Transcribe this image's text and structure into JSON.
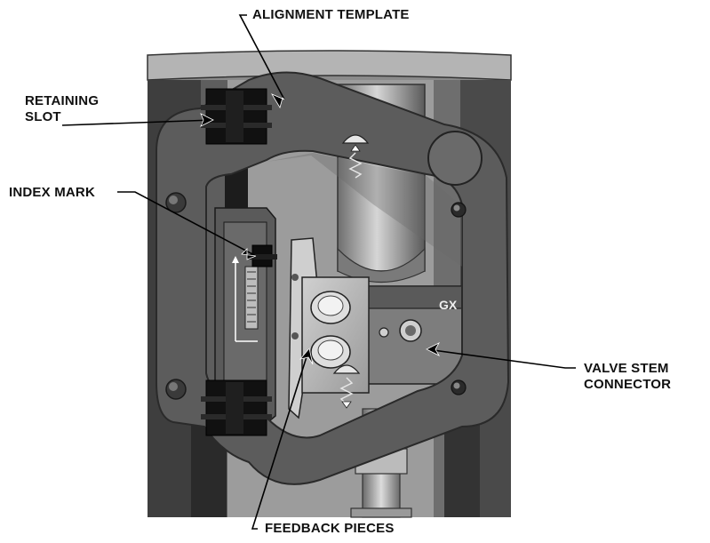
{
  "labels": {
    "alignment_template": "ALIGNMENT TEMPLATE",
    "retaining_slot_line1": "RETAINING",
    "retaining_slot_line2": "SLOT",
    "index_mark": "INDEX MARK",
    "valve_stem_line1": "VALVE STEM",
    "valve_stem_line2": "CONNECTOR",
    "feedback_pieces": "FEEDBACK PIECES",
    "gx_marking": "GX"
  },
  "colors": {
    "bracket": "#5c5c5c",
    "bracket_edge": "#2a2a2a",
    "frame": "#7a7a7a",
    "frame_dark": "#3c3c3c",
    "feedback_block": "#b5b5b5",
    "clip": "#111111",
    "leader": "#000000"
  }
}
